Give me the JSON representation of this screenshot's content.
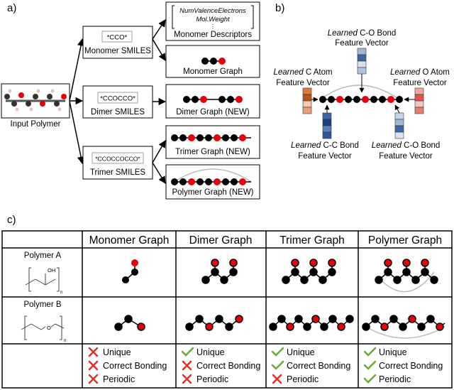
{
  "panels": {
    "a": "a)",
    "b": "b)",
    "c": "c)"
  },
  "panel_a": {
    "input_label": "Input Polymer",
    "monomer_smiles": "*CCO*",
    "monomer_smiles_label": "Monomer SMILES",
    "dimer_smiles": "*CCOCCO*",
    "dimer_smiles_label": "Dimer SMILES",
    "trimer_smiles": "*CCOCCOCCO*",
    "trimer_smiles_label": "Trimer SMILES",
    "desc_line1": "NumValenceElectrons",
    "desc_line2": "Mol.Weight",
    "desc_dots": "⋮",
    "desc_label": "Monomer Descriptors",
    "monomer_graph": "Monomer Graph",
    "dimer_graph": "Dimer Graph (NEW)",
    "trimer_graph": "Trimer Graph (NEW)",
    "polymer_graph": "Polymer Graph (NEW)"
  },
  "panel_b": {
    "learned": "Learned",
    "co_top_suffix": " C-O Bond",
    "fv": "Feature Vector",
    "c_atom_suffix": " C Atom",
    "o_atom_suffix": " O Atom",
    "cc_bond_suffix": " C-C Bond",
    "co_bot_suffix": " C-O Bond"
  },
  "panel_c": {
    "headers": [
      "Monomer Graph",
      "Dimer Graph",
      "Trimer Graph",
      "Polymer Graph"
    ],
    "polymer_a": "Polymer A",
    "polymer_b": "Polymer B",
    "oh": "OH",
    "o": "O",
    "n": "n",
    "criteria": [
      "Unique",
      "Correct Bonding",
      "Periodic"
    ],
    "checks": [
      [
        false,
        false,
        false
      ],
      [
        true,
        false,
        false
      ],
      [
        true,
        true,
        false
      ],
      [
        true,
        true,
        true
      ]
    ]
  },
  "colors": {
    "carbon": "#000000",
    "oxygen": "#e8000b",
    "check": "#6aaa3a",
    "cross": "#e0302a",
    "arc": "#c0c0c0"
  }
}
